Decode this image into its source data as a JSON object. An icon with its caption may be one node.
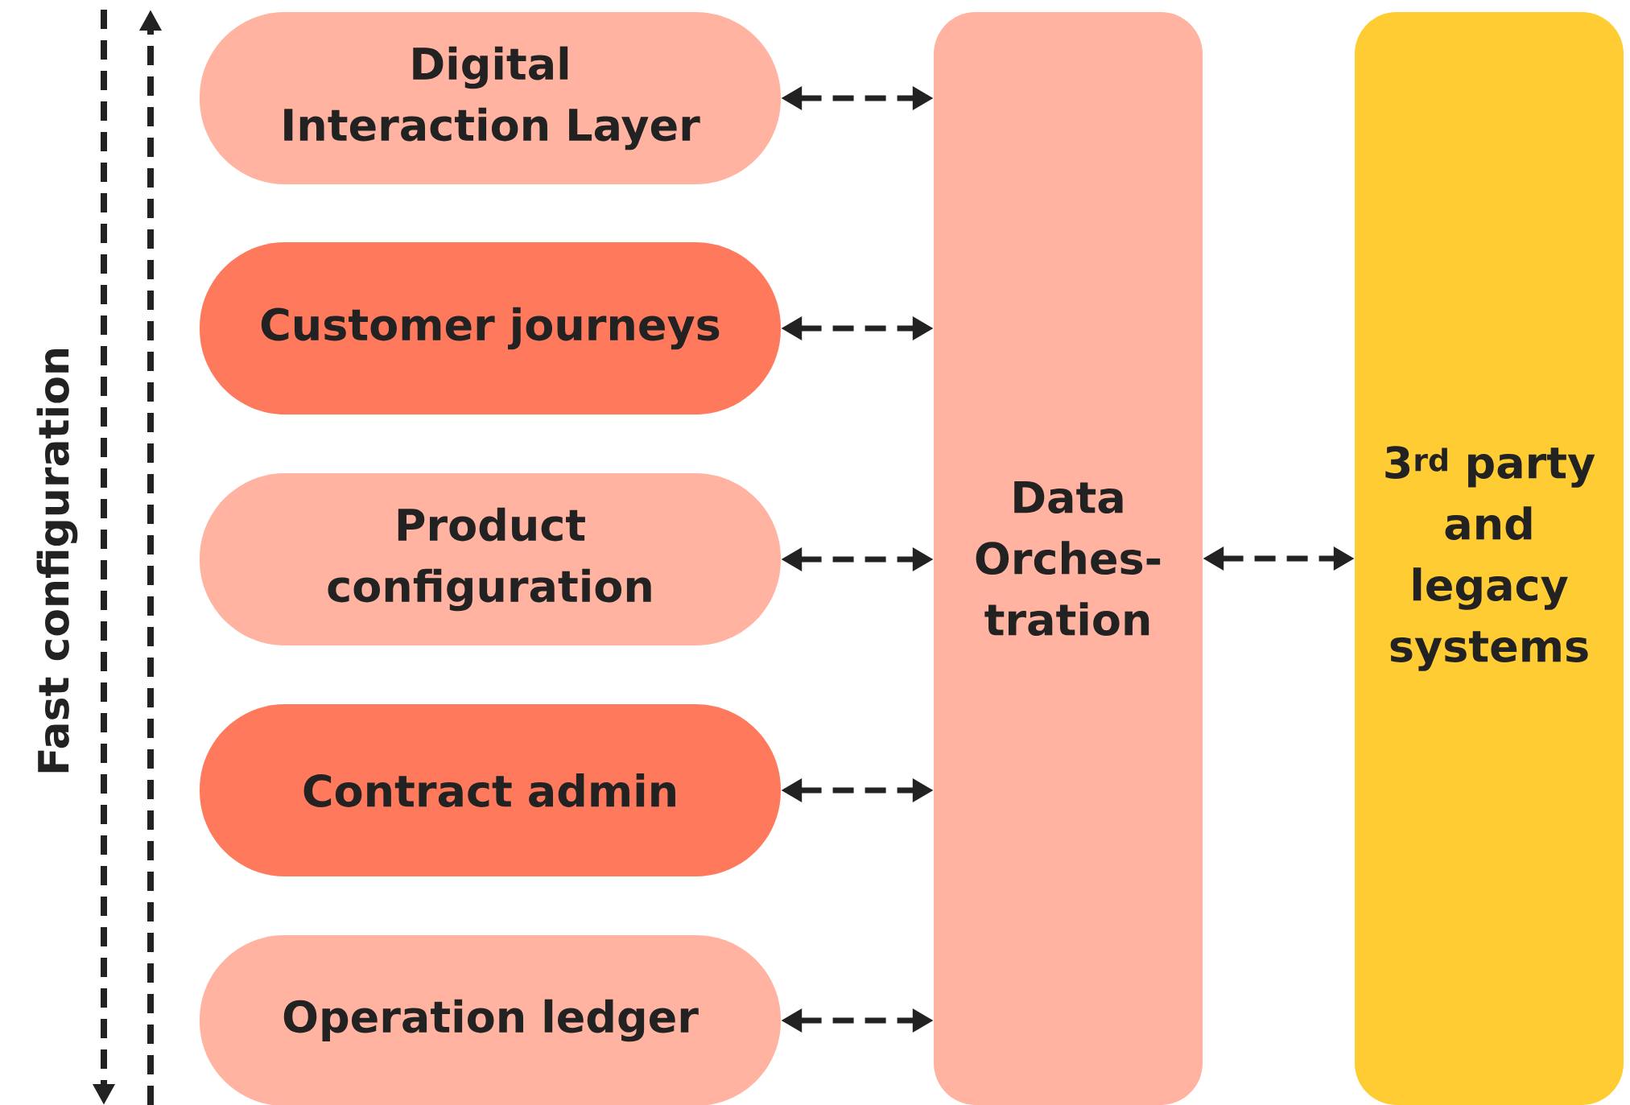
{
  "diagram": {
    "nodes": [
      {
        "text": [
          "Digital Interaction Layer"
        ]
      },
      {
        "text": [
          "Customer journeys"
        ]
      },
      {
        "text": [
          "Product configuration"
        ]
      },
      {
        "text": [
          "Contract admin"
        ]
      },
      {
        "text": [
          "Operation ledger"
        ]
      },
      {
        "text": [
          "Data Orches-tration"
        ]
      },
      {
        "text": [
          "\\mathbf{3}^{\\mathbf{rd}}",
          "party and legacy systems"
        ]
      }
    ],
    "edges": [
      {
        "from": 0,
        "to": 5,
        "arrow": "both",
        "style": "dashed"
      },
      {
        "from": 1,
        "to": 5,
        "arrow": "both",
        "style": "dashed"
      },
      {
        "from": 2,
        "to": 5,
        "arrow": "both",
        "style": "dashed"
      },
      {
        "from": 3,
        "to": 5,
        "arrow": "both",
        "style": "dashed"
      },
      {
        "from": 4,
        "to": 5,
        "arrow": "both",
        "style": "dashed"
      },
      {
        "from": 5,
        "to": 6,
        "arrow": "both",
        "style": "dashed"
      }
    ],
    "labels": [
      "Fast configuration"
    ]
  }
}
